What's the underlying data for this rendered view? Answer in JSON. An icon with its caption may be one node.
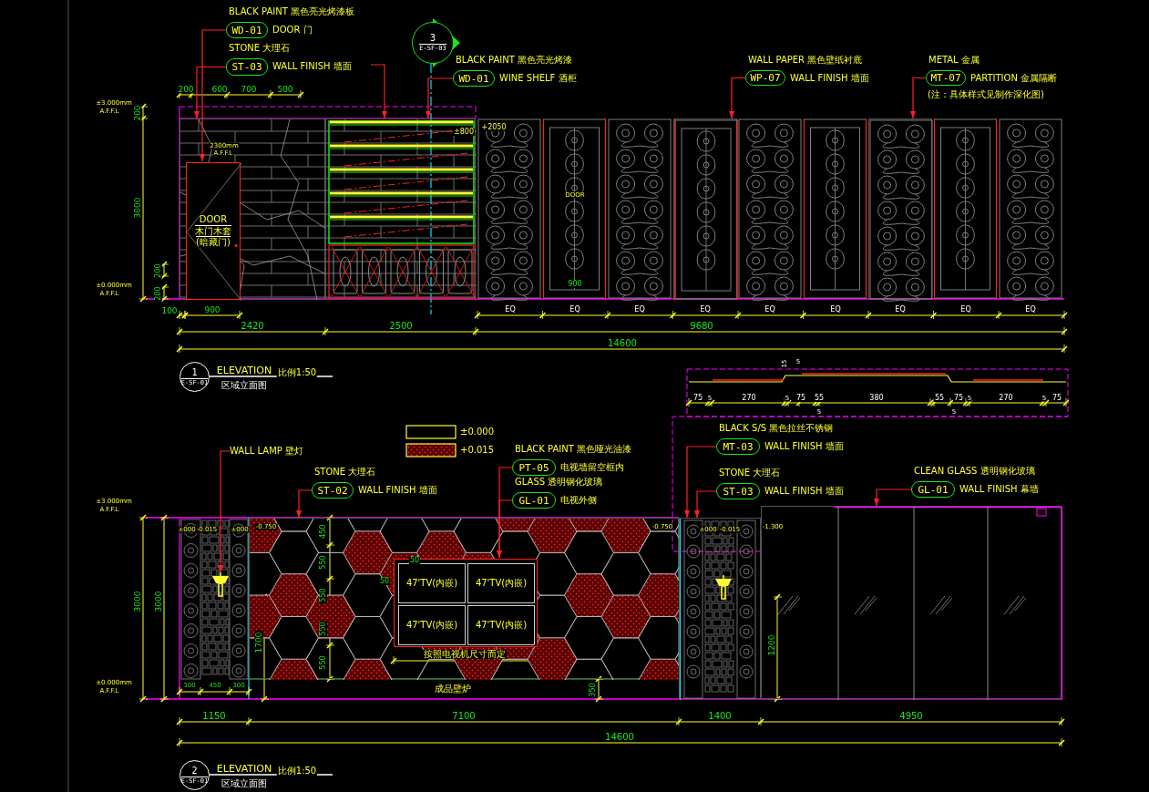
{
  "diagram": {
    "nodes": [
      {
        "text": [
          "3",
          "E-SF-03"
        ]
      },
      {
        "text": [
          "WD-01"
        ],
        "beside": [
          "BLACK PAINT 黑色亮光烤漆板",
          "DOOR 门"
        ]
      },
      {
        "text": [
          "ST-03"
        ],
        "beside": [
          "STONE 大理石",
          "WALL FINISH 墙面"
        ]
      },
      {
        "text": [
          "WD-01"
        ],
        "beside": [
          "BLACK PAINT 黑色亮光烤漆",
          "WINE SHELF 酒柜"
        ]
      },
      {
        "text": [
          "WP-07"
        ],
        "beside": [
          "WALL PAPER 黑色壁纸衬底",
          "WALL FINISH 墙面"
        ]
      },
      {
        "text": [
          "MT-07"
        ],
        "beside": [
          "METAL 金属",
          "PARTITION 金属隔断",
          "(注：具体样式见制作深化图)"
        ]
      },
      {
        "text": [],
        "shape": "box"
      },
      {
        "text": [
          "DOOR",
          "木门木套",
          "(暗藏门)"
        ],
        "in": 6
      },
      {
        "text": [],
        "shape": "box"
      },
      {
        "text": [],
        "shape": "box"
      },
      {
        "text": [],
        "shape": "box"
      },
      {
        "text": [
          "1",
          "E-SF-01"
        ]
      },
      {
        "text": [
          "WALL LAMP 壁灯"
        ]
      },
      {
        "text": [
          "ST-02"
        ],
        "beside": [
          "STONE 大理石",
          "WALL FINISH 墙面"
        ]
      },
      {
        "text": [
          "PT-05"
        ],
        "beside": [
          "BLACK PAINT 黑色哑光油漆",
          "电视墙留空框内"
        ]
      },
      {
        "text": [
          "GL-01"
        ],
        "beside": [
          "GLASS 透明钢化玻璃",
          "电视外侧"
        ]
      },
      {
        "text": [
          "MT-03"
        ],
        "beside": [
          "BLACK S/S 黑色拉丝不锈钢",
          "WALL FINISH 墙面"
        ]
      },
      {
        "text": [
          "ST-03"
        ],
        "beside": [
          "STONE 大理石",
          "WALL FINISH 墙面"
        ]
      },
      {
        "text": [
          "GL-01"
        ],
        "beside": [
          "CLEAN GLASS 透明钢化玻璃",
          "WALL FINISH 幕墙"
        ]
      },
      {
        "text": [],
        "shape": "lamp"
      },
      {
        "text": [],
        "shape": "box"
      },
      {
        "text": [],
        "shape": "box",
        "in": 20
      },
      {
        "text": [
          "47'TV(内嵌)"
        ],
        "in": 21
      },
      {
        "text": [
          "47'TV(内嵌)"
        ],
        "in": 21
      },
      {
        "text": [
          "47'TV(内嵌)"
        ],
        "in": 21
      },
      {
        "text": [
          "47'TV(内嵌)"
        ],
        "in": 21
      },
      {
        "text": [],
        "shape": "box"
      },
      {
        "text": [],
        "shape": "box"
      },
      {
        "text": [
          "2",
          "E-SF-01"
        ]
      }
    ],
    "edges": [
      {
        "from": 1,
        "to": 7,
        "arrow": "to"
      },
      {
        "from": 2,
        "to": 6,
        "arrow": "to"
      },
      {
        "from": null,
        "to": 8,
        "arrow": "to"
      },
      {
        "from": 3,
        "to": 8,
        "arrow": "to"
      },
      {
        "from": 4,
        "to": 9,
        "arrow": "to"
      },
      {
        "from": 5,
        "to": 10,
        "arrow": "to"
      },
      {
        "from": 12,
        "to": 19,
        "arrow": "to"
      },
      {
        "from": 13,
        "to": 20,
        "arrow": "to"
      },
      {
        "from": 14,
        "to": 21,
        "arrow": "to"
      },
      {
        "from": 15,
        "to": 21,
        "arrow": "to"
      },
      {
        "from": 16,
        "to": 26,
        "arrow": "to"
      },
      {
        "from": 17,
        "to": 26,
        "arrow": "to"
      },
      {
        "from": 18,
        "to": 27,
        "arrow": "to"
      }
    ],
    "labels": [
      "200",
      "600",
      "700",
      "500",
      "±3.000mm",
      "A.F.F.L",
      "200",
      "3000",
      "200",
      "200",
      "±0.000mm",
      "A.F.F.L",
      "2300mm",
      "A.F.F.L",
      "±800",
      "+2050",
      "100",
      "900",
      "2420",
      "2500",
      "9680",
      "14600",
      "EQ",
      "EQ",
      "EQ",
      "EQ",
      "EQ",
      "EQ",
      "EQ",
      "EQ",
      "EQ",
      "ELEVATION",
      "比例1:50",
      "区域立面图",
      "15",
      "5",
      "75",
      "5",
      "270",
      "5",
      "75",
      "55",
      "380",
      "55",
      "75",
      "5",
      "270",
      "5",
      "75",
      "5",
      "5",
      "±3.000mm",
      "A.F.F.L",
      "3000",
      "3000",
      "±0.000mm",
      "A.F.F.L",
      "±000",
      "-0.015",
      "±000",
      "-0.750",
      "-0.750",
      "±000",
      "-0.015",
      "-1.300",
      "450",
      "550",
      "550",
      "550",
      "550",
      "1700",
      "50",
      "50",
      "按照电视机尺寸而定",
      "成品壁炉",
      "350",
      "1200",
      "300",
      "450",
      "300",
      "1150",
      "7100",
      "1400",
      "4950",
      "14600",
      "ELEVATION",
      "比例1:50",
      "区域立面图",
      "DOOR",
      "900"
    ],
    "legend": [
      {
        "text": "±0.000"
      },
      {
        "text": "+0.015"
      }
    ]
  }
}
